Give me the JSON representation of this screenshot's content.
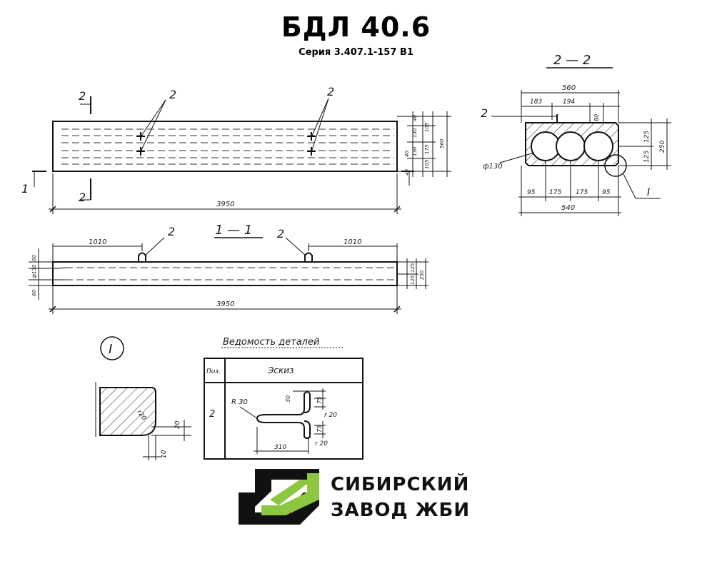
{
  "header": {
    "title": "БДЛ 40.6",
    "subtitle": "Серия 3.407.1-157 В1"
  },
  "plan_view": {
    "section_marks": [
      "2",
      "2",
      "1"
    ],
    "loop_marks": [
      "2",
      "2"
    ],
    "right_dims": [
      "40",
      "130",
      "105",
      "40",
      "130",
      "175",
      "105",
      "560",
      "40"
    ],
    "length": "3950"
  },
  "section_1_1": {
    "title": "1 — 1",
    "loop_marks": [
      "2",
      "2"
    ],
    "offset_left": "1010",
    "offset_right": "1010",
    "left_dims": [
      "60",
      "ф130",
      "60"
    ],
    "right_dims": [
      "125",
      "125",
      "250"
    ],
    "length": "3950"
  },
  "section_2_2": {
    "title": "2 — 2",
    "top_total": "560",
    "top_dims": [
      "183",
      "194",
      "80"
    ],
    "loop_mark": "2",
    "hole_label": "ф130",
    "right_dims": [
      "125",
      "125",
      "250"
    ],
    "bottom_dims": [
      "95",
      "175",
      "175",
      "95"
    ],
    "bottom_total": "540",
    "detail_mark": "I"
  },
  "detail_I": {
    "mark": "I",
    "radius": "r20",
    "dim_vertical": "20",
    "dim_horizontal": "10"
  },
  "parts_table": {
    "title": "Ведомость деталей",
    "headers": [
      "Поз.",
      "Эскиз"
    ],
    "rows": [
      {
        "pos": "2",
        "labels": [
          "R 30",
          "30",
          "75",
          "r 20",
          "75",
          "r 20",
          "310"
        ]
      }
    ]
  },
  "logo": {
    "line1": "СИБИРСКИЙ",
    "line2": "ЗАВОД ЖБИ",
    "colors": {
      "dark": "#111111",
      "accent": "#8dc63f"
    }
  }
}
